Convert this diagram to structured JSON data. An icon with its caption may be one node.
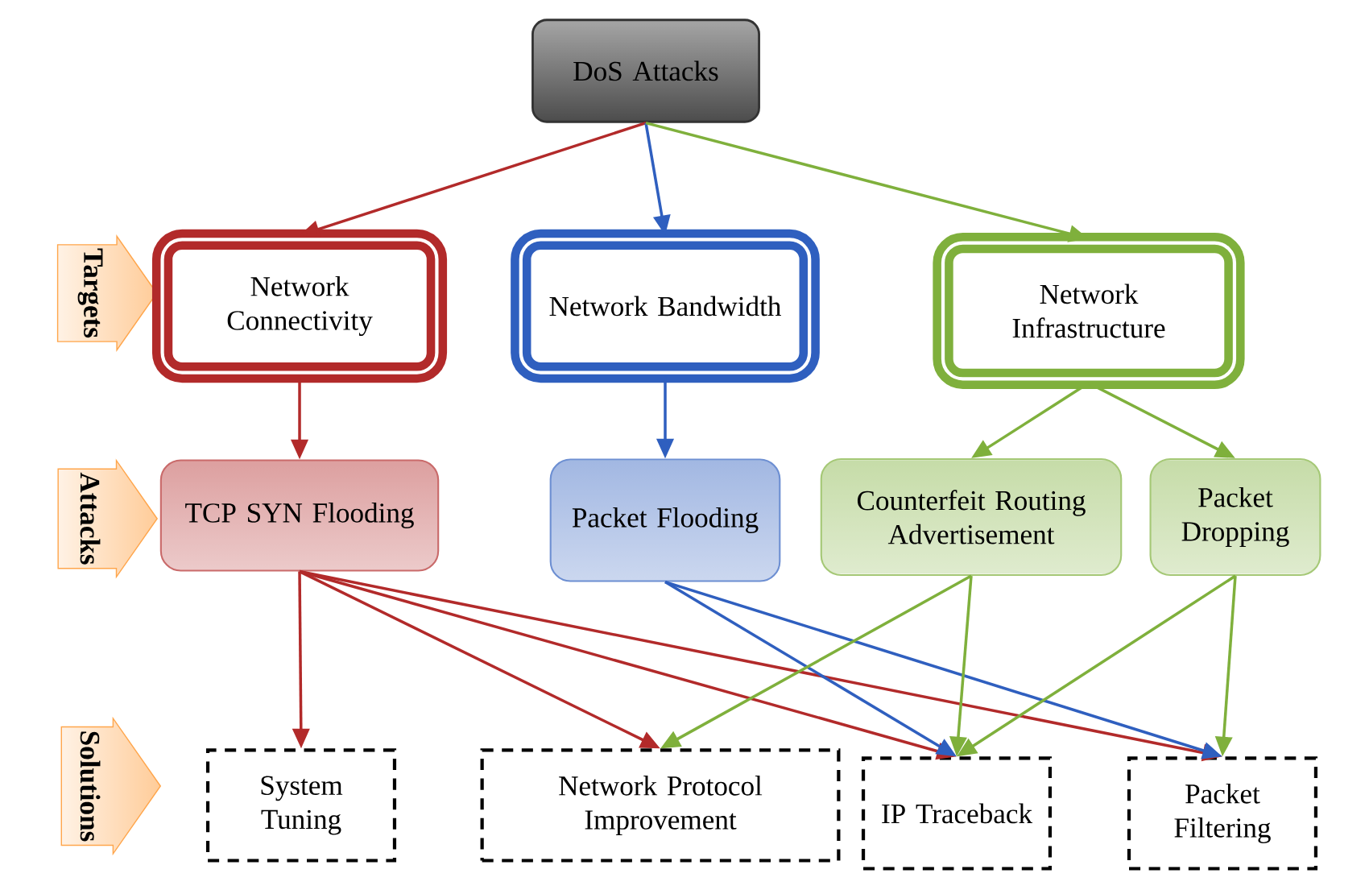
{
  "diagram": {
    "nodes": [
      {
        "text": [
          "DoS Attacks"
        ]
      },
      {
        "text": [
          "Targets"
        ]
      },
      {
        "text": [
          "Network Connectivity"
        ]
      },
      {
        "text": [
          "Network Bandwidth"
        ]
      },
      {
        "text": [
          "Network Infrastructure"
        ]
      },
      {
        "text": [
          "Attacks"
        ]
      },
      {
        "text": [
          "TCP SYN Flooding"
        ]
      },
      {
        "text": [
          "Packet Flooding"
        ]
      },
      {
        "text": [
          "Counterfeit Routing Advertisement"
        ]
      },
      {
        "text": [
          "Packet Dropping"
        ]
      },
      {
        "text": [
          "Solutions"
        ]
      },
      {
        "text": [
          "System Tuning"
        ]
      },
      {
        "text": [
          "Network Protocol Improvement"
        ]
      },
      {
        "text": [
          "IP Traceback"
        ]
      },
      {
        "text": [
          "Packet Filtering"
        ]
      }
    ],
    "edges": [
      {
        "from": 0,
        "to": 2,
        "arrow": "to",
        "color": "#b22a2a"
      },
      {
        "from": 0,
        "to": 3,
        "arrow": "to",
        "color": "#2f5fbf"
      },
      {
        "from": 0,
        "to": 4,
        "arrow": "to",
        "color": "#7fb03c"
      },
      {
        "from": 2,
        "to": 6,
        "arrow": "to",
        "color": "#b22a2a"
      },
      {
        "from": 3,
        "to": 7,
        "arrow": "to",
        "color": "#2f5fbf"
      },
      {
        "from": 4,
        "to": 8,
        "arrow": "to",
        "color": "#7fb03c"
      },
      {
        "from": 4,
        "to": 9,
        "arrow": "to",
        "color": "#7fb03c"
      },
      {
        "from": 6,
        "to": 11,
        "arrow": "to",
        "color": "#b22a2a"
      },
      {
        "from": 6,
        "to": 12,
        "arrow": "to",
        "color": "#b22a2a"
      },
      {
        "from": 6,
        "to": 13,
        "arrow": "to",
        "color": "#b22a2a"
      },
      {
        "from": 6,
        "to": 14,
        "arrow": "to",
        "color": "#b22a2a"
      },
      {
        "from": 7,
        "to": 13,
        "arrow": "to",
        "color": "#2f5fbf"
      },
      {
        "from": 7,
        "to": 14,
        "arrow": "to",
        "color": "#2f5fbf"
      },
      {
        "from": 8,
        "to": 12,
        "arrow": "to",
        "color": "#7fb03c"
      },
      {
        "from": 8,
        "to": 13,
        "arrow": "to",
        "color": "#7fb03c"
      },
      {
        "from": 9,
        "to": 13,
        "arrow": "to",
        "color": "#7fb03c"
      },
      {
        "from": 9,
        "to": 14,
        "arrow": "to",
        "color": "#7fb03c"
      }
    ]
  }
}
